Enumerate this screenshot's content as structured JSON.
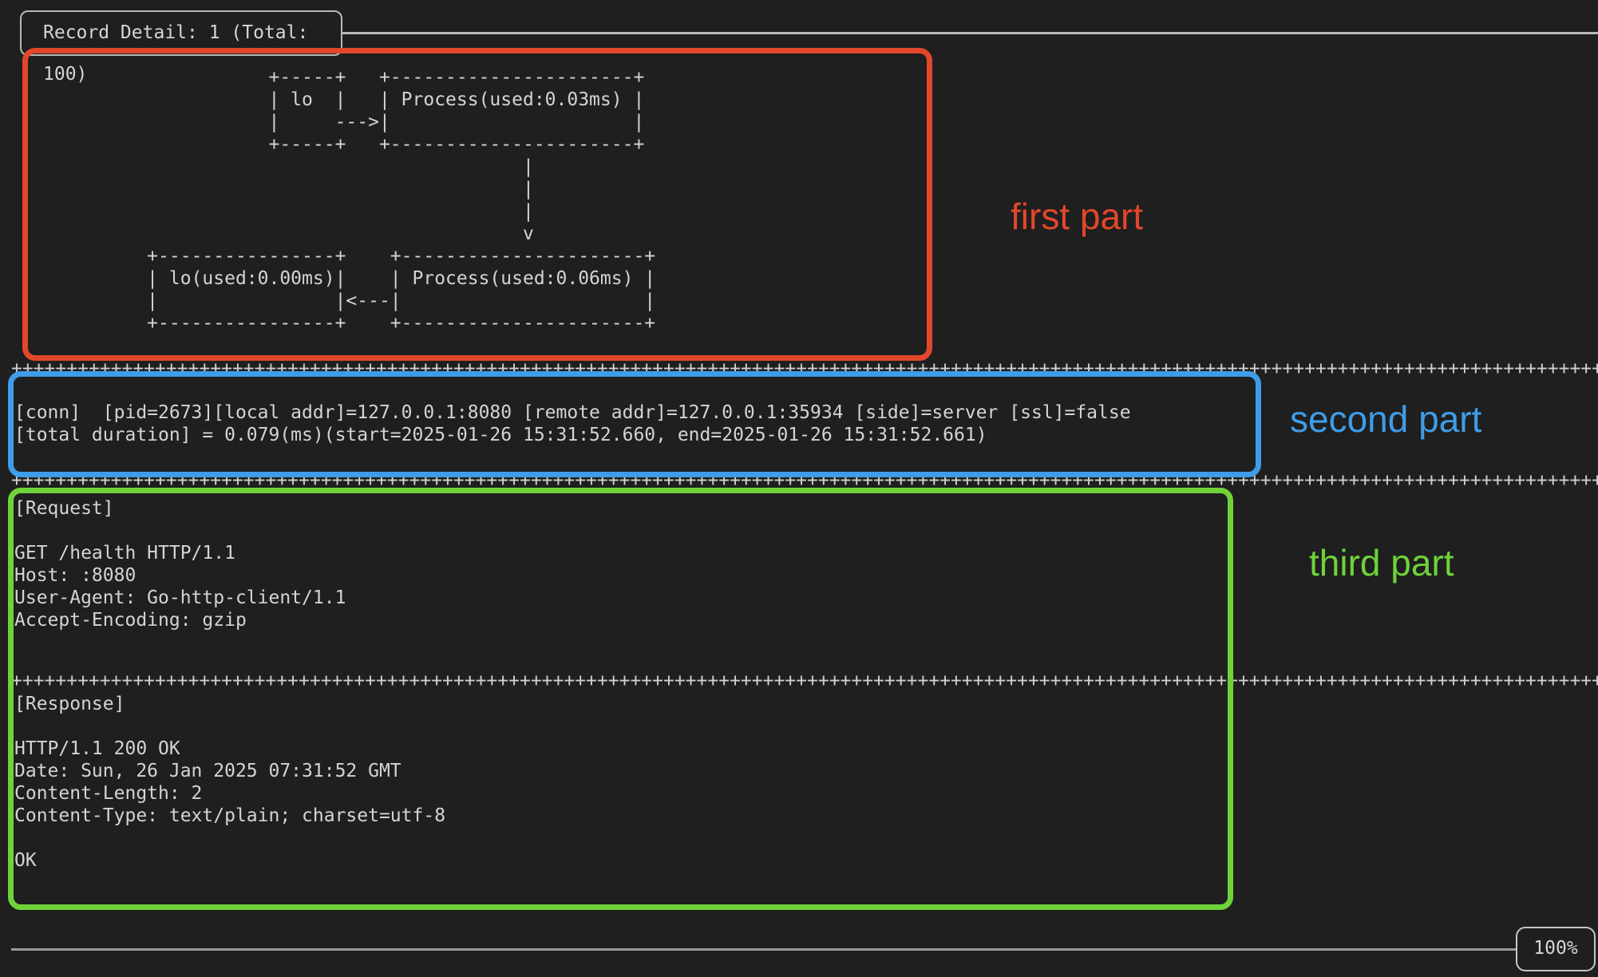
{
  "terminal": {
    "title": "Record Detail: 1 (Total: 100)",
    "diagram": [
      "                       +-----+   +----------------------+",
      "                       | lo  |   | Process(used:0.03ms) |",
      "                       |     --->|                      |",
      "                       +-----+   +----------------------+",
      "                                              |",
      "                                              |",
      "                                              |",
      "                                              v",
      "            +----------------+    +----------------------+",
      "            | lo(used:0.00ms)|    | Process(used:0.06ms) |",
      "            |                |<---|                      |",
      "            +----------------+    +----------------------+"
    ],
    "separator": "++++++++++++++++++++++++++++++++++++++++++++++++++++++++++++++++++++++++++++++++++++++++++++++++++++++++++++++++++++++++++++++++++++++++++++++++++++++++++++++++",
    "conn_lines": [
      "[conn]  [pid=2673][local addr]=127.0.0.1:8080 [remote addr]=127.0.0.1:35934 [side]=server [ssl]=false",
      "[total duration] = 0.079(ms)(start=2025-01-26 15:31:52.660, end=2025-01-26 15:31:52.661)"
    ],
    "request_lines": [
      "[Request]",
      "",
      "GET /health HTTP/1.1",
      "Host: :8080",
      "User-Agent: Go-http-client/1.1",
      "Accept-Encoding: gzip"
    ],
    "response_lines": [
      "[Response]",
      "",
      "HTTP/1.1 200 OK",
      "Date: Sun, 26 Jan 2025 07:31:52 GMT",
      "Content-Length: 2",
      "Content-Type: text/plain; charset=utf-8",
      "",
      "OK"
    ],
    "zoom_level": "100%"
  },
  "annotations": {
    "first": {
      "label": "first part",
      "color": "#e2472b"
    },
    "second": {
      "label": "second part",
      "color": "#3f9ce8"
    },
    "third": {
      "label": "third part",
      "color": "#6fd23a"
    }
  }
}
